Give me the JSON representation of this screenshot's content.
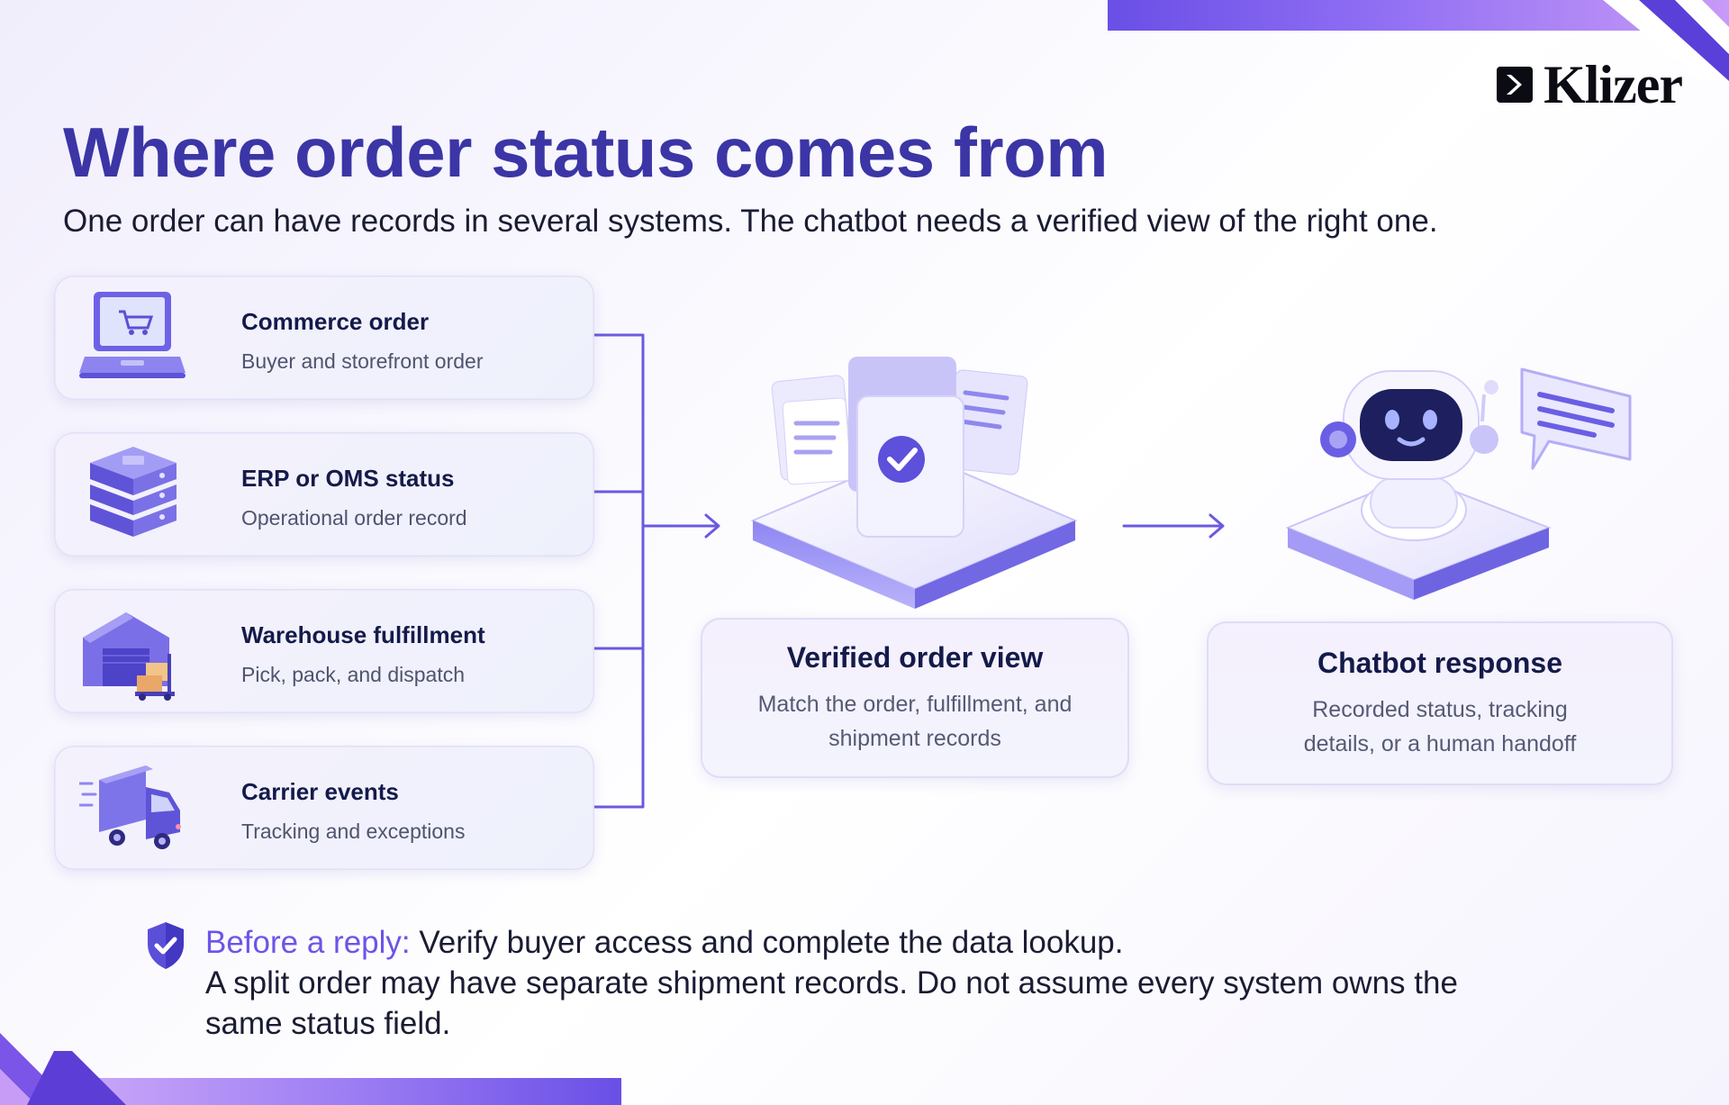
{
  "brand": {
    "name": "Klizer"
  },
  "header": {
    "title": "Where order status comes from",
    "subtitle": "One order can have records in several systems. The chatbot needs a verified view of the right one."
  },
  "sources": [
    {
      "title": "Commerce order",
      "description": "Buyer and storefront order",
      "icon": "laptop-cart-icon"
    },
    {
      "title": "ERP or OMS status",
      "description": "Operational order record",
      "icon": "server-stack-icon"
    },
    {
      "title": "Warehouse fulfillment",
      "description": "Pick, pack, and dispatch",
      "icon": "warehouse-icon"
    },
    {
      "title": "Carrier events",
      "description": "Tracking and exceptions",
      "icon": "delivery-truck-icon"
    }
  ],
  "verified": {
    "title": "Verified order view",
    "description": "Match the order, fulfillment, and shipment records",
    "icon": "verified-documents-icon"
  },
  "chatbot": {
    "title": "Chatbot response",
    "description": "Recorded status, tracking details, or a human handoff",
    "icon": "robot-chat-icon"
  },
  "note": {
    "label": "Before a reply:",
    "line1": "Verify buyer access and complete the data lookup.",
    "line2": "A split order may have separate shipment records. Do not assume every system owns the same status field.",
    "icon": "shield-check-icon"
  },
  "colors": {
    "title": "#3b35a6",
    "accent": "#6b55e8",
    "connector": "#6a5ae0"
  }
}
